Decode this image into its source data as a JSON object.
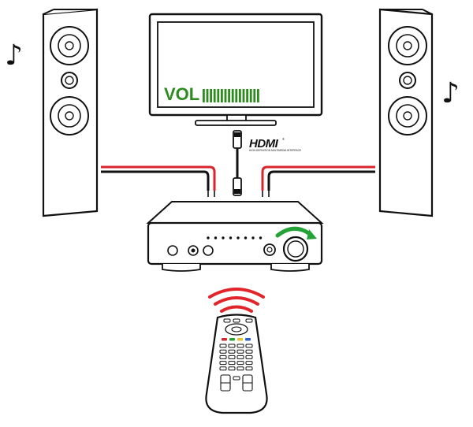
{
  "tv": {
    "screen_text": "VOL",
    "volume_level": 0.73,
    "volume_bar_total": 22,
    "volume_color": "#2e8b1f"
  },
  "hdmi": {
    "logo_text": "HDMI",
    "tagline": "HIGH-DEFINITION MULTIMEDIA INTERFACE",
    "trademark": "®"
  },
  "speakers": {
    "left_note": "♪",
    "right_note": "♪"
  },
  "amplifier": {
    "indicator_count": 8,
    "knob_arrow_color": "#23a336"
  },
  "remote": {
    "signal_color": "#e0262b"
  },
  "cables": {
    "positive_color": "#d9262c",
    "negative_color": "#111111"
  }
}
